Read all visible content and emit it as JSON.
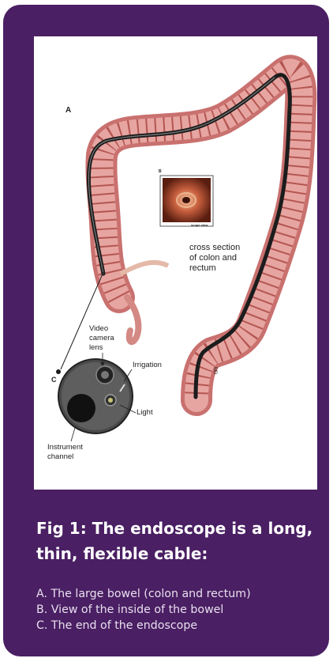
{
  "figure": {
    "label_a": "A",
    "label_b": "B",
    "label_c": "C",
    "inset_caption": "scope view",
    "cross_section_lines": [
      "cross section",
      "of colon and",
      "rectum"
    ],
    "video_lines": [
      "Video",
      "camera",
      "lens"
    ],
    "irrigation": "Irrigation",
    "light": "Light",
    "instrument_lines": [
      "Instrument",
      "channel"
    ],
    "signature": "MD"
  },
  "caption": {
    "title_line1": "Fig 1: The endoscope is a long,",
    "title_line2": "thin, flexible cable:",
    "items": [
      "A. The large bowel (colon and rectum)",
      "B. View of the inside of the bowel",
      "C. The end of the endoscope"
    ]
  },
  "colors": {
    "card_background": "#4a1f63",
    "caption_text": "#ffffff",
    "colon": "#d98b8a",
    "scope_cable": "#1c1c1c"
  }
}
